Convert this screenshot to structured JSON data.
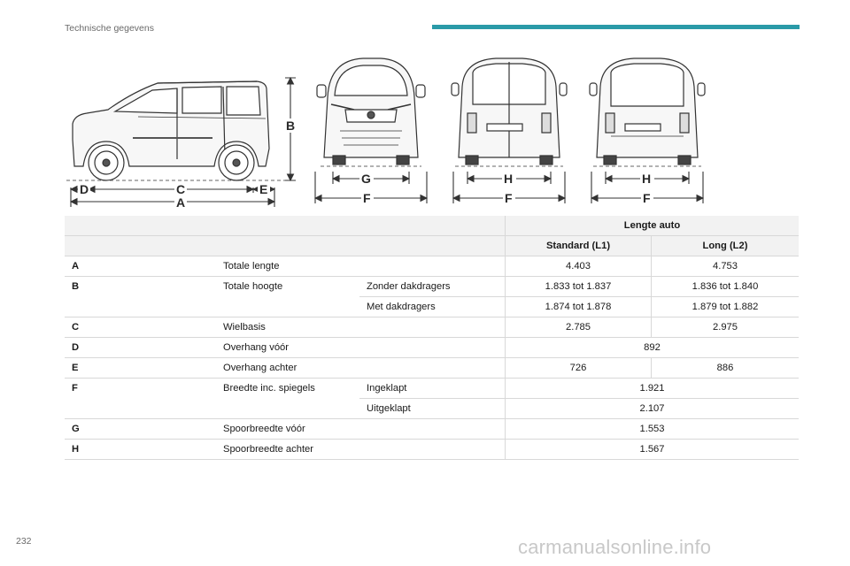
{
  "header": {
    "section_title": "Technische gegevens",
    "accent_color": "#2a9aa8"
  },
  "figure": {
    "side_view": {
      "dim_B": "B",
      "dim_D": "D",
      "dim_C": "C",
      "dim_E": "E",
      "dim_A": "A"
    },
    "front_view": {
      "dim_G": "G",
      "dim_F": "F"
    },
    "rear_view_1": {
      "dim_H": "H",
      "dim_F": "F"
    },
    "rear_view_2": {
      "dim_H": "H",
      "dim_F": "F"
    }
  },
  "table": {
    "group_header": "Lengte auto",
    "col_standard": "Standard (L1)",
    "col_long": "Long (L2)",
    "rows": [
      {
        "code": "A",
        "label": "Totale lengte",
        "l1": "4.403",
        "l2": "4.753"
      },
      {
        "code": "B",
        "label": "Totale hoogte",
        "sub1": "Zonder dakdragers",
        "l1a": "1.833 tot 1.837",
        "l2a": "1.836 tot 1.840",
        "sub2": "Met dakdragers",
        "l1b": "1.874 tot 1.878",
        "l2b": "1.879 tot 1.882"
      },
      {
        "code": "C",
        "label": "Wielbasis",
        "l1": "2.785",
        "l2": "2.975"
      },
      {
        "code": "D",
        "label": "Overhang vóór",
        "value": "892"
      },
      {
        "code": "E",
        "label": "Overhang achter",
        "l1": "726",
        "l2": "886"
      },
      {
        "code": "F",
        "label": "Breedte inc. spiegels",
        "sub1": "Ingeklapt",
        "value1": "1.921",
        "sub2": "Uitgeklapt",
        "value2": "2.107"
      },
      {
        "code": "G",
        "label": "Spoorbreedte vóór",
        "value": "1.553"
      },
      {
        "code": "H",
        "label": "Spoorbreedte achter",
        "value": "1.567"
      }
    ]
  },
  "footer": {
    "page_number": "232",
    "watermark": "carmanualsonline.info"
  }
}
